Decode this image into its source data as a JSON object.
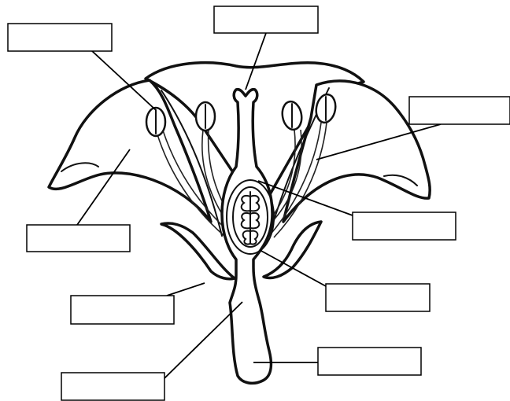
{
  "diagram": {
    "parts": [
      {
        "id": "stigma",
        "label": ""
      },
      {
        "id": "anther",
        "label": ""
      },
      {
        "id": "filament",
        "label": ""
      },
      {
        "id": "petal",
        "label": ""
      },
      {
        "id": "ovary",
        "label": ""
      },
      {
        "id": "ovule",
        "label": ""
      },
      {
        "id": "sepal",
        "label": ""
      },
      {
        "id": "style",
        "label": ""
      },
      {
        "id": "receptacle",
        "label": ""
      }
    ],
    "colors": {
      "line": "#111111",
      "box_fill": "#ffffff",
      "background": "#ffffff"
    }
  }
}
